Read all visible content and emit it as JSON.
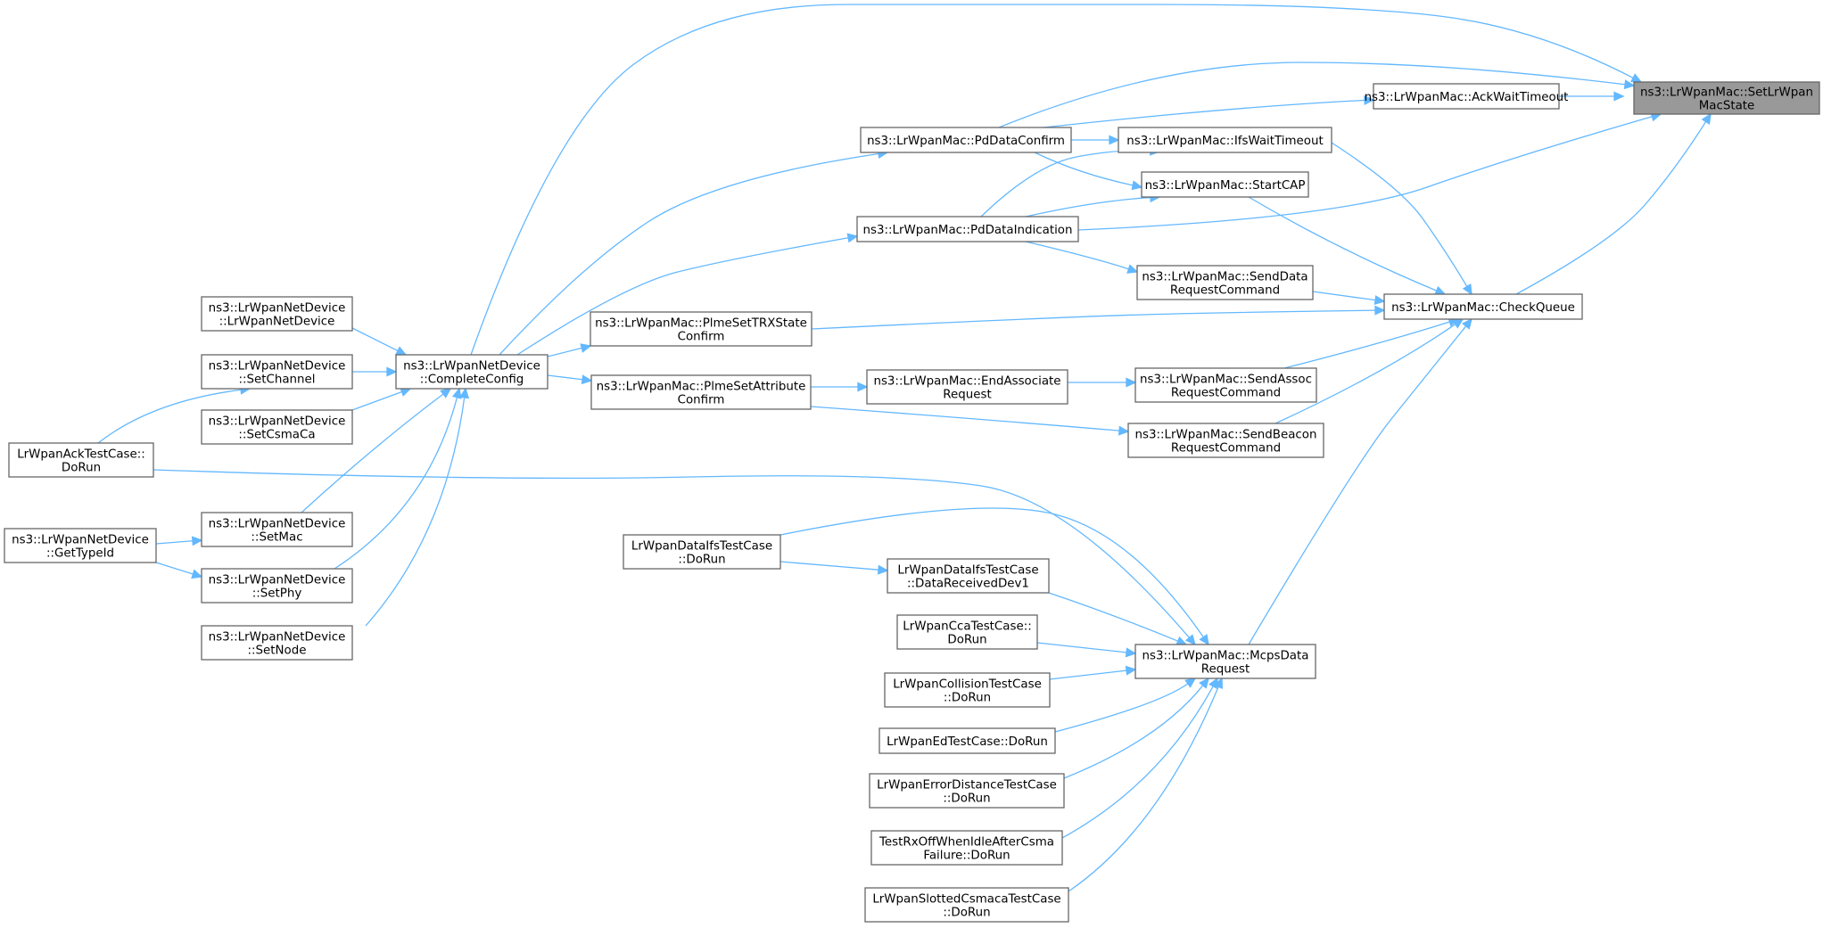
{
  "diagram": {
    "type": "call-graph",
    "nodes": [
      {
        "id": "setlrwpanmacstate",
        "lines": [
          "ns3::LrWpanMac::SetLrWpan",
          "MacState"
        ],
        "root": true
      },
      {
        "id": "ackwaittimeout",
        "lines": [
          "ns3::LrWpanMac::AckWaitTimeout"
        ]
      },
      {
        "id": "pddataconfirm",
        "lines": [
          "ns3::LrWpanMac::PdDataConfirm"
        ]
      },
      {
        "id": "ifswaittimeout",
        "lines": [
          "ns3::LrWpanMac::IfsWaitTimeout"
        ]
      },
      {
        "id": "startcap",
        "lines": [
          "ns3::LrWpanMac::StartCAP"
        ]
      },
      {
        "id": "pddataindication",
        "lines": [
          "ns3::LrWpanMac::PdDataIndication"
        ]
      },
      {
        "id": "senddatarequestcommand",
        "lines": [
          "ns3::LrWpanMac::SendData",
          "RequestCommand"
        ]
      },
      {
        "id": "checkqueue",
        "lines": [
          "ns3::LrWpanMac::CheckQueue"
        ]
      },
      {
        "id": "plmesettrxstateconfirm",
        "lines": [
          "ns3::LrWpanMac::PlmeSetTRXState",
          "Confirm"
        ]
      },
      {
        "id": "completeconfig",
        "lines": [
          "ns3::LrWpanNetDevice",
          "::CompleteConfig"
        ]
      },
      {
        "id": "lrwpannetdevice",
        "lines": [
          "ns3::LrWpanNetDevice",
          "::LrWpanNetDevice"
        ]
      },
      {
        "id": "setchannel",
        "lines": [
          "ns3::LrWpanNetDevice",
          "::SetChannel"
        ]
      },
      {
        "id": "setcsmaca",
        "lines": [
          "ns3::LrWpanNetDevice",
          "::SetCsmaCa"
        ]
      },
      {
        "id": "plmesetattributeconfirm",
        "lines": [
          "ns3::LrWpanMac::PlmeSetAttribute",
          "Confirm"
        ]
      },
      {
        "id": "endassociaterequest",
        "lines": [
          "ns3::LrWpanMac::EndAssociate",
          "Request"
        ]
      },
      {
        "id": "sendassocrequestcommand",
        "lines": [
          "ns3::LrWpanMac::SendAssoc",
          "RequestCommand"
        ]
      },
      {
        "id": "sendbeaconrequestcommand",
        "lines": [
          "ns3::LrWpanMac::SendBeacon",
          "RequestCommand"
        ]
      },
      {
        "id": "ackdorun",
        "lines": [
          "LrWpanAckTestCase::",
          "DoRun"
        ]
      },
      {
        "id": "setmac",
        "lines": [
          "ns3::LrWpanNetDevice",
          "::SetMac"
        ]
      },
      {
        "id": "gettypeid",
        "lines": [
          "ns3::LrWpanNetDevice",
          "::GetTypeId"
        ]
      },
      {
        "id": "setphy",
        "lines": [
          "ns3::LrWpanNetDevice",
          "::SetPhy"
        ]
      },
      {
        "id": "setnode",
        "lines": [
          "ns3::LrWpanNetDevice",
          "::SetNode"
        ]
      },
      {
        "id": "dataifsdorun",
        "lines": [
          "LrWpanDataIfsTestCase",
          "::DoRun"
        ]
      },
      {
        "id": "datareceiveddev1",
        "lines": [
          "LrWpanDataIfsTestCase",
          "::DataReceivedDev1"
        ]
      },
      {
        "id": "ccadorun",
        "lines": [
          "LrWpanCcaTestCase::",
          "DoRun"
        ]
      },
      {
        "id": "mcpsdatarequest",
        "lines": [
          "ns3::LrWpanMac::McpsData",
          "Request"
        ]
      },
      {
        "id": "collisiondorun",
        "lines": [
          "LrWpanCollisionTestCase",
          "::DoRun"
        ]
      },
      {
        "id": "eddorun",
        "lines": [
          "LrWpanEdTestCase::DoRun"
        ]
      },
      {
        "id": "errordistancedorun",
        "lines": [
          "LrWpanErrorDistanceTestCase",
          "::DoRun"
        ]
      },
      {
        "id": "testrxoffdorun",
        "lines": [
          "TestRxOffWhenIdleAfterCsma",
          "Failure::DoRun"
        ]
      },
      {
        "id": "slottedcsmacadorun",
        "lines": [
          "LrWpanSlottedCsmacaTestCase",
          "::DoRun"
        ]
      }
    ],
    "edges": [
      {
        "from": "ackwaittimeout",
        "to": "setlrwpanmacstate"
      },
      {
        "from": "pddataconfirm",
        "to": "setlrwpanmacstate"
      },
      {
        "from": "pddataconfirm",
        "to": "ackwaittimeout"
      },
      {
        "from": "pddataindication",
        "to": "setlrwpanmacstate"
      },
      {
        "from": "checkqueue",
        "to": "setlrwpanmacstate"
      },
      {
        "from": "completeconfig",
        "to": "setlrwpanmacstate"
      },
      {
        "from": "pddataconfirm",
        "to": "ifswaittimeout"
      },
      {
        "from": "pddataindication",
        "to": "ifswaittimeout"
      },
      {
        "from": "pddataconfirm",
        "to": "startcap"
      },
      {
        "from": "pddataindication",
        "to": "startcap"
      },
      {
        "from": "ifswaittimeout",
        "to": "checkqueue"
      },
      {
        "from": "startcap",
        "to": "checkqueue"
      },
      {
        "from": "senddatarequestcommand",
        "to": "checkqueue"
      },
      {
        "from": "pddataindication",
        "to": "senddatarequestcommand"
      },
      {
        "from": "plmesettrxstateconfirm",
        "to": "checkqueue"
      },
      {
        "from": "sendassocrequestcommand",
        "to": "checkqueue"
      },
      {
        "from": "sendbeaconrequestcommand",
        "to": "checkqueue"
      },
      {
        "from": "mcpsdatarequest",
        "to": "checkqueue"
      },
      {
        "from": "completeconfig",
        "to": "pddataconfirm"
      },
      {
        "from": "completeconfig",
        "to": "pddataindication"
      },
      {
        "from": "completeconfig",
        "to": "plmesettrxstateconfirm"
      },
      {
        "from": "completeconfig",
        "to": "plmesetattributeconfirm"
      },
      {
        "from": "plmesetattributeconfirm",
        "to": "endassociaterequest"
      },
      {
        "from": "endassociaterequest",
        "to": "sendassocrequestcommand"
      },
      {
        "from": "plmesetattributeconfirm",
        "to": "sendbeaconrequestcommand"
      },
      {
        "from": "lrwpannetdevice",
        "to": "completeconfig"
      },
      {
        "from": "setchannel",
        "to": "completeconfig"
      },
      {
        "from": "setcsmaca",
        "to": "completeconfig"
      },
      {
        "from": "setmac",
        "to": "completeconfig"
      },
      {
        "from": "setphy",
        "to": "completeconfig"
      },
      {
        "from": "setnode",
        "to": "completeconfig"
      },
      {
        "from": "ackdorun",
        "to": "setchannel"
      },
      {
        "from": "ackdorun",
        "to": "mcpsdatarequest"
      },
      {
        "from": "gettypeid",
        "to": "setmac"
      },
      {
        "from": "gettypeid",
        "to": "setphy"
      },
      {
        "from": "dataifsdorun",
        "to": "mcpsdatarequest"
      },
      {
        "from": "dataifsdorun",
        "to": "datareceiveddev1"
      },
      {
        "from": "datareceiveddev1",
        "to": "mcpsdatarequest"
      },
      {
        "from": "ccadorun",
        "to": "mcpsdatarequest"
      },
      {
        "from": "collisiondorun",
        "to": "mcpsdatarequest"
      },
      {
        "from": "eddorun",
        "to": "mcpsdatarequest"
      },
      {
        "from": "errordistancedorun",
        "to": "mcpsdatarequest"
      },
      {
        "from": "testrxoffdorun",
        "to": "mcpsdatarequest"
      },
      {
        "from": "slottedcsmacadorun",
        "to": "mcpsdatarequest"
      }
    ]
  }
}
